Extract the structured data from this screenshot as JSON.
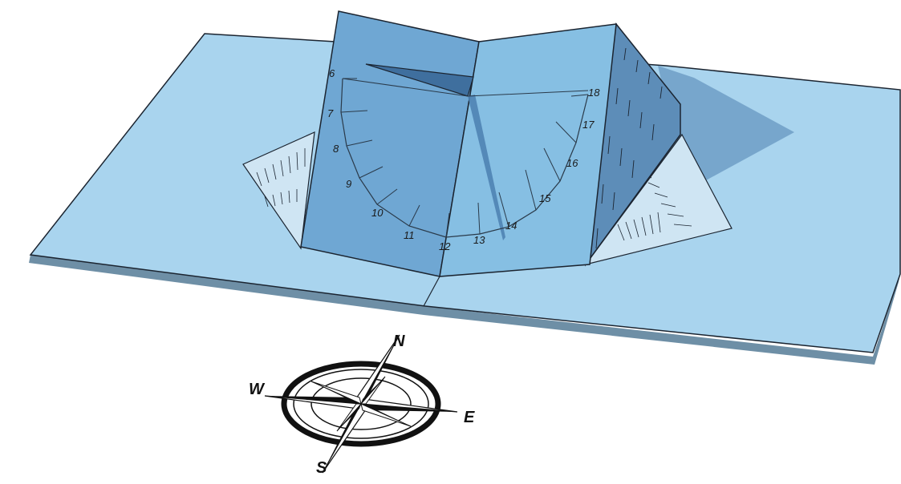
{
  "colors": {
    "board": "#a9d4ee",
    "board_shadow": "#6e8fa6",
    "panel_left": "#6fa7d3",
    "panel_right": "#86bfe3",
    "side_left": "#5d8db8",
    "side_right": "#9ccbe8",
    "gnomon_shadow": "#4f83b2",
    "outline": "#1b2430"
  },
  "sundial": {
    "hour_labels": [
      "6",
      "7",
      "8",
      "9",
      "10",
      "11",
      "12",
      "13",
      "14",
      "15",
      "16",
      "17",
      "18"
    ]
  },
  "compass": {
    "north": "N",
    "south": "S",
    "east": "E",
    "west": "W"
  }
}
